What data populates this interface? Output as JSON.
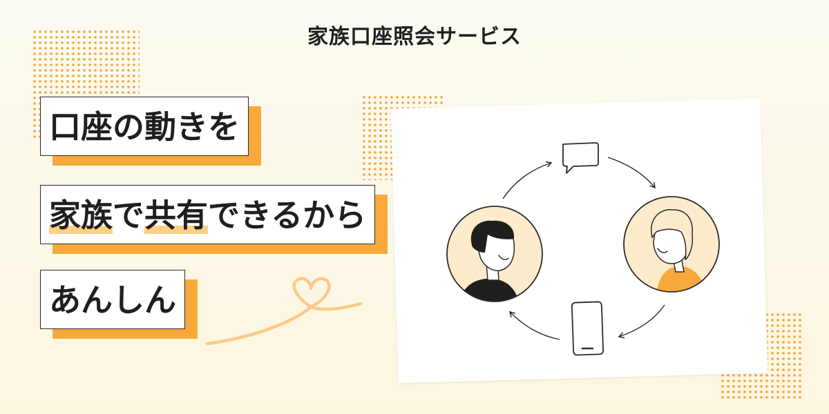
{
  "header": {
    "service_name": "家族口座照会サービス"
  },
  "headline": {
    "line1": "口座の動きを",
    "line2_highlight_1": "家族",
    "line2_mid": "で",
    "line2_highlight_2": "共有",
    "line2_tail": "できるから",
    "line3": "あんしん"
  },
  "colors": {
    "accent_orange": "#f7a93b",
    "highlight_yellow": "#fcd089",
    "avatar_bg": "#fdebcb",
    "outline": "#2a2a2a"
  },
  "illustration": {
    "icons": [
      "chat-bubble-icon",
      "smartphone-icon",
      "man-avatar-icon",
      "woman-avatar-icon",
      "heart-ribbon-icon",
      "cycle-arrow-icon"
    ]
  }
}
